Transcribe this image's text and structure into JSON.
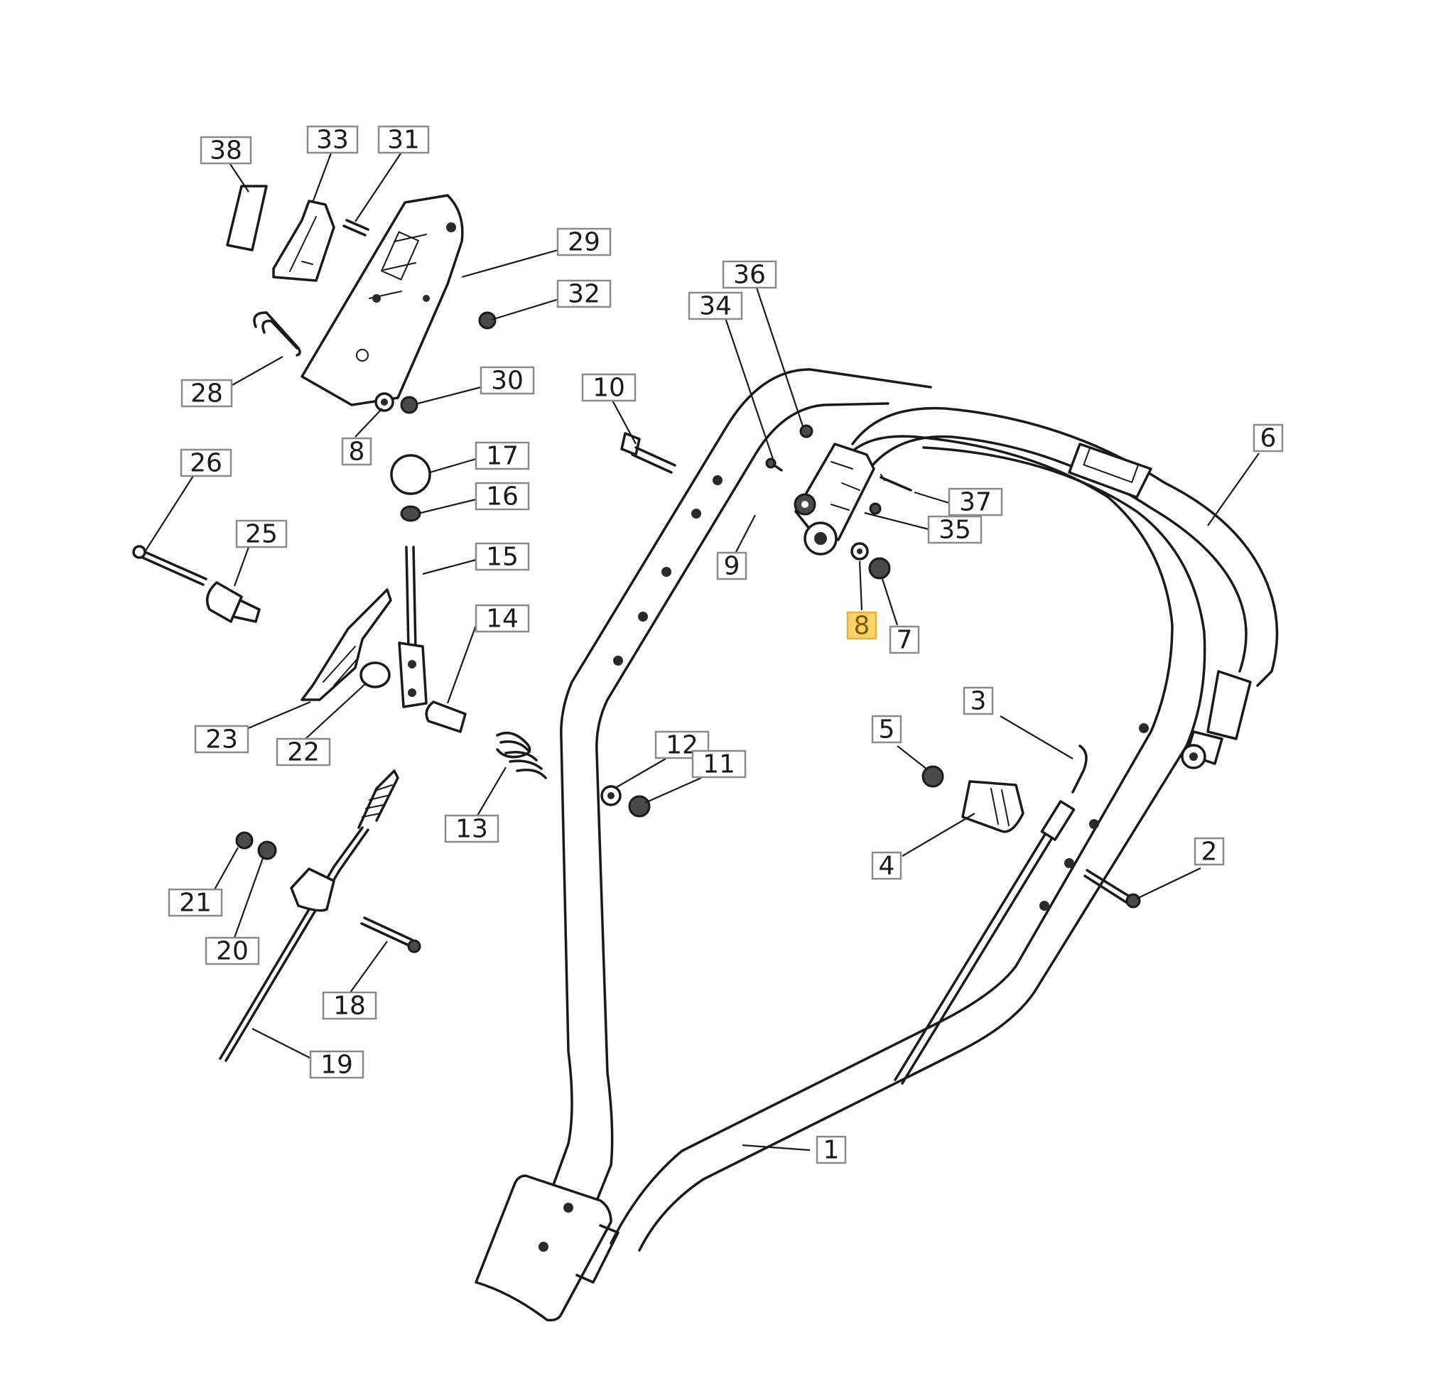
{
  "diagram": {
    "highlight_color": "#f9d26a",
    "callouts": [
      {
        "id": "c38",
        "text": "38"
      },
      {
        "id": "c33",
        "text": "33"
      },
      {
        "id": "c31",
        "text": "31"
      },
      {
        "id": "c29",
        "text": "29"
      },
      {
        "id": "c32",
        "text": "32"
      },
      {
        "id": "c28",
        "text": "28"
      },
      {
        "id": "c30",
        "text": "30"
      },
      {
        "id": "c8a",
        "text": "8"
      },
      {
        "id": "c17",
        "text": "17"
      },
      {
        "id": "c16",
        "text": "16"
      },
      {
        "id": "c26",
        "text": "26"
      },
      {
        "id": "c25",
        "text": "25"
      },
      {
        "id": "c15",
        "text": "15"
      },
      {
        "id": "c14",
        "text": "14"
      },
      {
        "id": "c23",
        "text": "23"
      },
      {
        "id": "c22",
        "text": "22"
      },
      {
        "id": "c13",
        "text": "13"
      },
      {
        "id": "c21",
        "text": "21"
      },
      {
        "id": "c20",
        "text": "20"
      },
      {
        "id": "c18",
        "text": "18"
      },
      {
        "id": "c19",
        "text": "19"
      },
      {
        "id": "c10",
        "text": "10"
      },
      {
        "id": "c34",
        "text": "34"
      },
      {
        "id": "c36",
        "text": "36"
      },
      {
        "id": "c37",
        "text": "37"
      },
      {
        "id": "c35",
        "text": "35"
      },
      {
        "id": "c9",
        "text": "9"
      },
      {
        "id": "c8b",
        "text": "8",
        "highlighted": true
      },
      {
        "id": "c7",
        "text": "7"
      },
      {
        "id": "c6",
        "text": "6"
      },
      {
        "id": "c12",
        "text": "12"
      },
      {
        "id": "c11",
        "text": "11"
      },
      {
        "id": "c5",
        "text": "5"
      },
      {
        "id": "c3",
        "text": "3"
      },
      {
        "id": "c4",
        "text": "4"
      },
      {
        "id": "c2",
        "text": "2"
      },
      {
        "id": "c1",
        "text": "1"
      }
    ]
  }
}
